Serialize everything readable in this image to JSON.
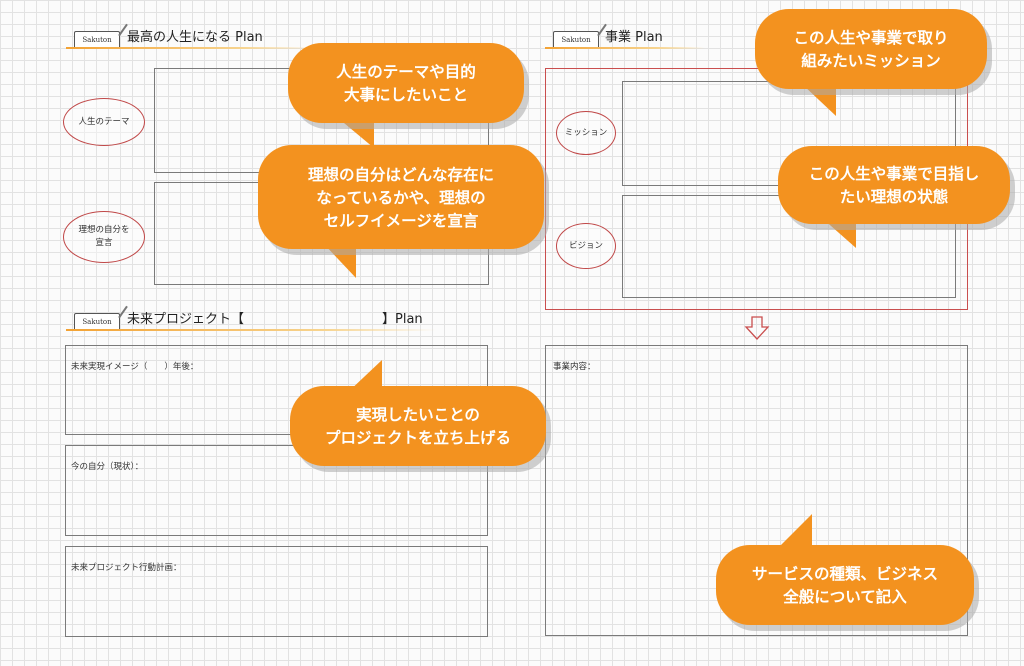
{
  "sections": {
    "life": {
      "logo": "Sakuton",
      "title": "最高の人生になる Plan"
    },
    "business": {
      "logo": "Sakuton",
      "title": "事業 Plan"
    },
    "project": {
      "logo": "Sakuton",
      "title": "未来プロジェクト【",
      "title_end": "】Plan"
    }
  },
  "ovals": {
    "theme": "人生のテーマ",
    "ideal_1": "理想の自分を",
    "ideal_2": "宣言",
    "mission": "ミッション",
    "vision": "ビジョン"
  },
  "fields": {
    "future_image": "未来実現イメージ（　　）年後：",
    "current_self": "今の自分（現状）：",
    "action_plan": "未来プロジェクト行動計画：",
    "business_content": "事業内容："
  },
  "bubbles": {
    "theme": [
      "人生のテーマや目的",
      "大事にしたいこと"
    ],
    "ideal": [
      "理想の自分はどんな存在に",
      "なっているかや、理想の",
      "セルフイメージを宣言"
    ],
    "mission": [
      "この人生や事業で取り",
      "組みたいミッション"
    ],
    "vision": [
      "この人生や事業で目指し",
      "たい理想の状態"
    ],
    "project": [
      "実現したいことの",
      "プロジェクトを立ち上げる"
    ],
    "service": [
      "サービスの種類、ビジネス",
      "全般について記入"
    ]
  },
  "colors": {
    "bubble": "#f3921f",
    "oval_border": "#c04848",
    "frame": "#c94e4e",
    "underline": "#f3a233"
  }
}
